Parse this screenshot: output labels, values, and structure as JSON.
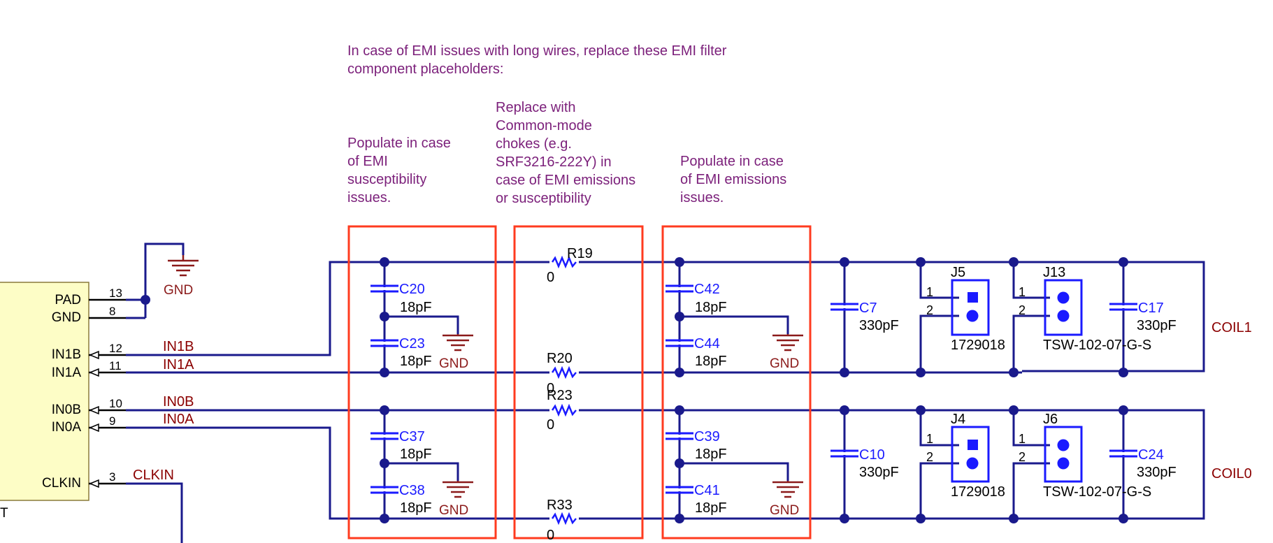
{
  "notes": {
    "main": "In case of EMI issues with long wires, replace these EMI filter\ncomponent placeholders:",
    "col1": "Populate in case\nof EMI\nsusceptibility\nissues.",
    "col2": "Replace with\nCommon-mode\nchokes (e.g.\nSRF3216-222Y) in\ncase of EMI emissions\nor susceptibility",
    "col3": "Populate in case\nof EMI emissions\nissues."
  },
  "ic": {
    "pins": [
      {
        "name": "PAD",
        "num": "13"
      },
      {
        "name": "GND",
        "num": "8"
      },
      {
        "name": "IN1B",
        "num": "12"
      },
      {
        "name": "IN1A",
        "num": "11"
      },
      {
        "name": "IN0B",
        "num": "10"
      },
      {
        "name": "IN0A",
        "num": "9"
      },
      {
        "name": "CLKIN",
        "num": "3"
      }
    ],
    "partial_label": "T"
  },
  "nets": {
    "in1b": "IN1B",
    "in1a": "IN1A",
    "in0b": "IN0B",
    "in0a": "IN0A",
    "clkin": "CLKIN",
    "gnd": "GND",
    "coil1": "COIL1",
    "coil0": "COIL0"
  },
  "components": {
    "C20": {
      "ref": "C20",
      "value": "18pF"
    },
    "C23": {
      "ref": "C23",
      "value": "18pF"
    },
    "C37": {
      "ref": "C37",
      "value": "18pF"
    },
    "C38": {
      "ref": "C38",
      "value": "18pF"
    },
    "R19": {
      "ref": "R19",
      "value": "0"
    },
    "R20": {
      "ref": "R20",
      "value": "0"
    },
    "R23": {
      "ref": "R23",
      "value": "0"
    },
    "R33": {
      "ref": "R33",
      "value": "0"
    },
    "C42": {
      "ref": "C42",
      "value": "18pF"
    },
    "C44": {
      "ref": "C44",
      "value": "18pF"
    },
    "C39": {
      "ref": "C39",
      "value": "18pF"
    },
    "C41": {
      "ref": "C41",
      "value": "18pF"
    },
    "C7": {
      "ref": "C7",
      "value": "330pF"
    },
    "C10": {
      "ref": "C10",
      "value": "330pF"
    },
    "C17": {
      "ref": "C17",
      "value": "330pF"
    },
    "C24": {
      "ref": "C24",
      "value": "330pF"
    },
    "J5": {
      "ref": "J5",
      "part": "1729018"
    },
    "J13": {
      "ref": "J13",
      "part": "TSW-102-07-G-S"
    },
    "J4": {
      "ref": "J4",
      "part": "1729018"
    },
    "J6": {
      "ref": "J6",
      "part": "TSW-102-07-G-S"
    }
  },
  "connector_pins": {
    "p1": "1",
    "p2": "2"
  },
  "colors": {
    "wire": "#1a1a8c",
    "component": "#1a1aff",
    "netlabel": "#8b0000",
    "note": "#7b1f7a",
    "highlight": "#ff3b1f",
    "ic_fill": "#fdfdc6"
  }
}
